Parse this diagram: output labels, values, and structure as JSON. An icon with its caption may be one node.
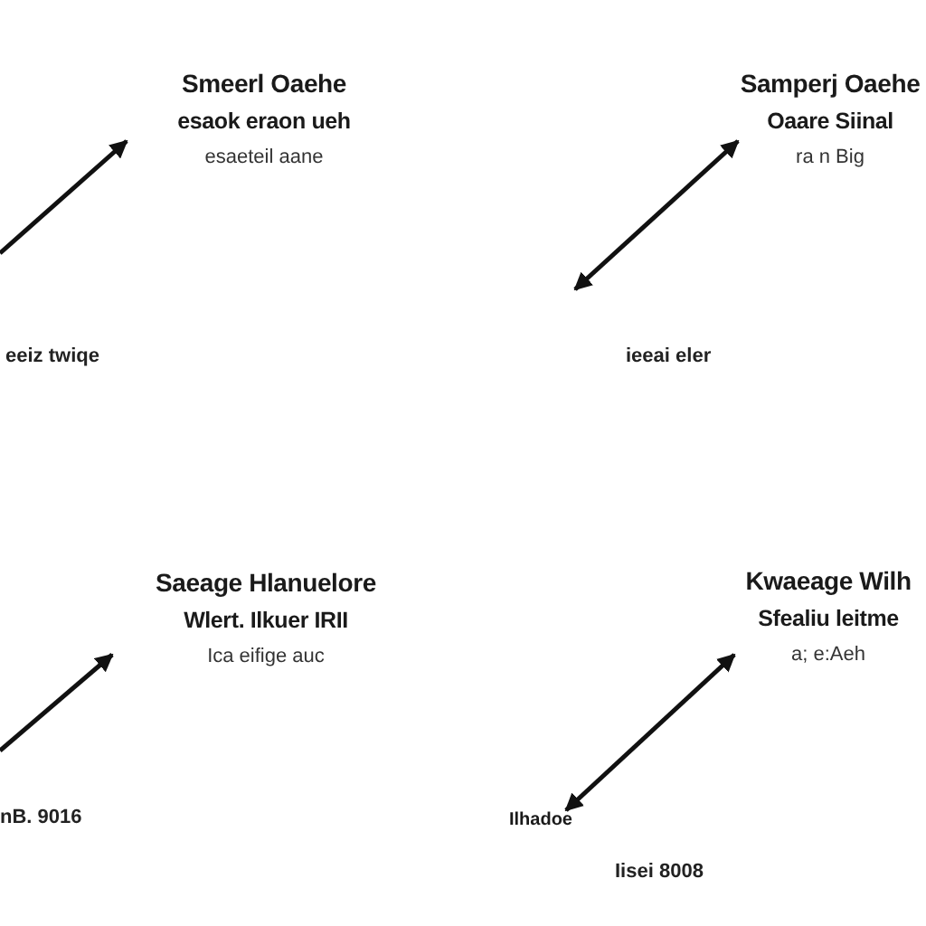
{
  "diagram": {
    "nodes": [
      {
        "text": [
          "Smeerl Oaehe",
          "esaok eraon ueh",
          "esaeteil aane"
        ]
      },
      {
        "text": [
          "Samperj Oaehe",
          "Oaare Siinal",
          "ra n Big"
        ]
      },
      {
        "text": [
          "Saeage Hlanuelore",
          "Wlert. Ilkuer IRII",
          "Ica eifige auc"
        ]
      },
      {
        "text": [
          "Kwaeage Wilh",
          "Sfealiu leitme",
          "a; e:Aeh"
        ]
      },
      {
        "text": [
          "Ilhadoe"
        ]
      }
    ],
    "edges": [
      {
        "from": null,
        "to": 0,
        "arrow": "to"
      },
      {
        "from": null,
        "to": 1,
        "arrow": "both"
      },
      {
        "from": null,
        "to": 2,
        "arrow": "to"
      },
      {
        "from": 4,
        "to": 3,
        "arrow": "both"
      }
    ],
    "labels": [
      "eeiz twiqe",
      "ieeai eler",
      "nB. 9016",
      "Iisei 8008"
    ]
  }
}
